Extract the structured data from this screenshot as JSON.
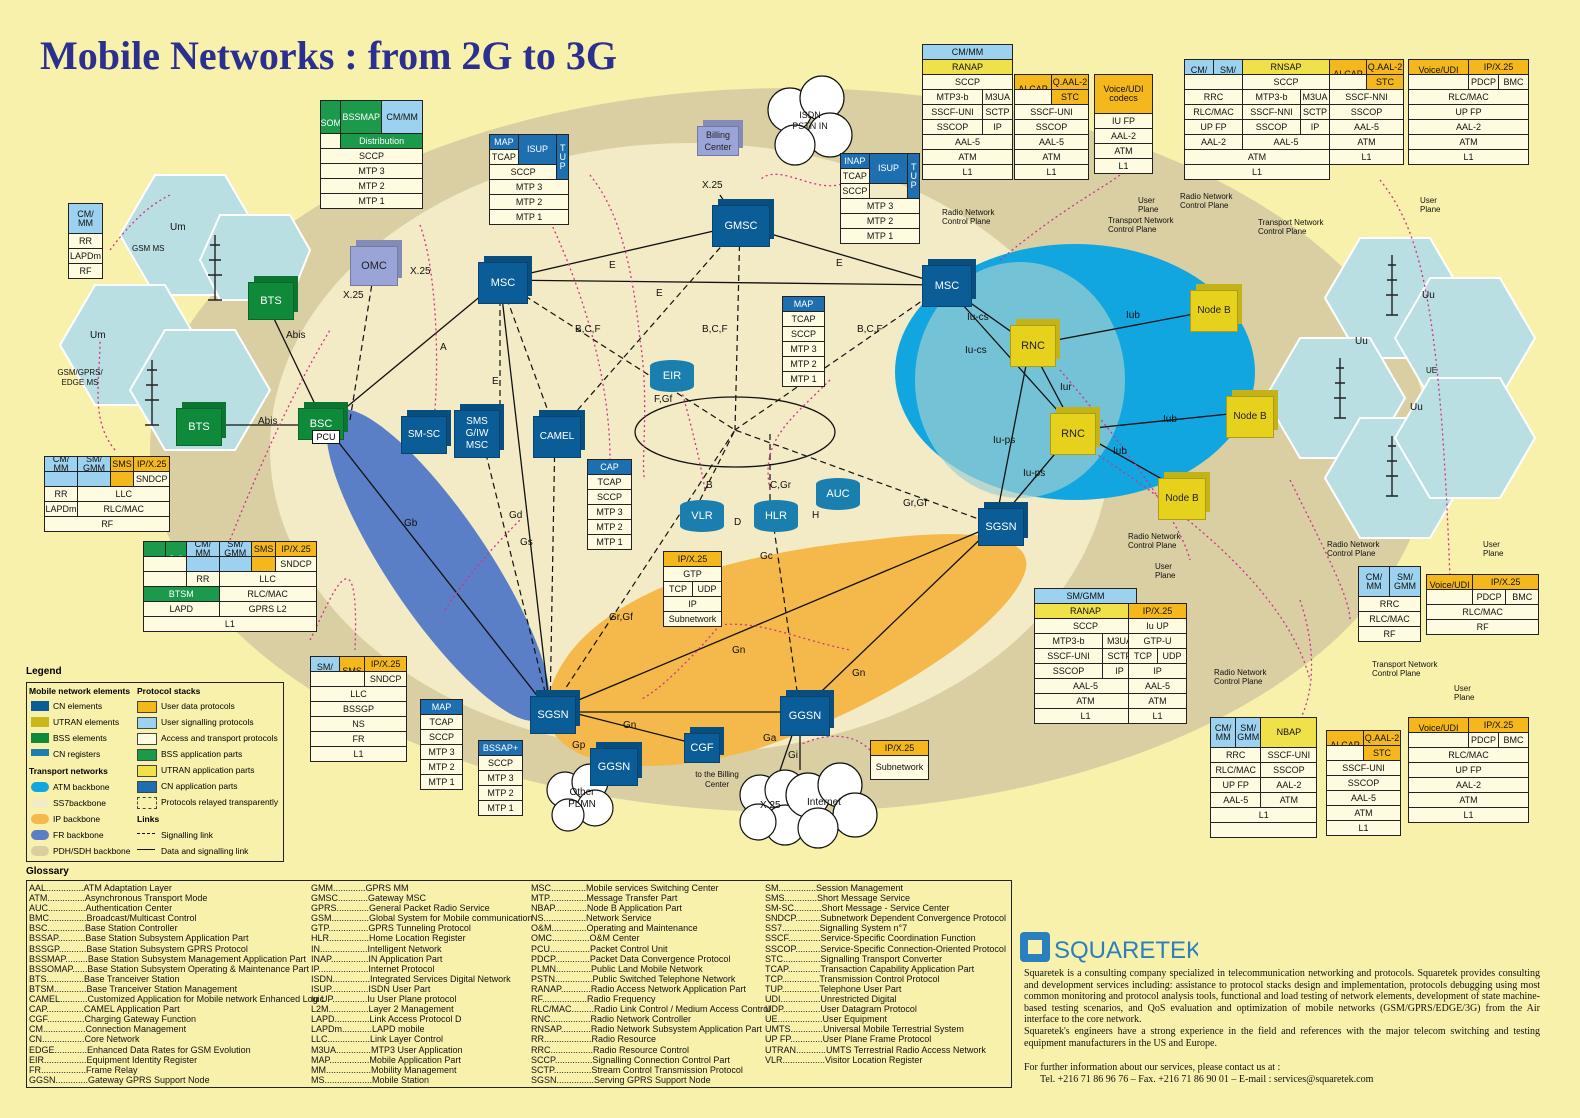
{
  "title": "Mobile Networks : from 2G to 3G",
  "colors": {
    "background": "#f8f1ac",
    "title": "#2b2f8f",
    "cn_element": "#0a5d96",
    "utran_element": "#e6d21c",
    "bss_element": "#0e8a3a",
    "atm_backbone": "#12a6e0",
    "ss7_backbone": "#f3ebc5",
    "ip_backbone": "#f4b94a",
    "fr_backbone": "#5a7fc6",
    "pdh_backbone": "#d9cfa2",
    "user_data": "#f4b81c",
    "user_signalling": "#9cd2ef",
    "bss_application": "#1a9a4a",
    "utran_application": "#f0e04a",
    "cn_application": "#1d6fb0",
    "link_pink": "#d2308c"
  },
  "nodes": {
    "msc_left": "MSC",
    "gmsc": "GMSC",
    "msc_right": "MSC",
    "omc": "OMC",
    "billing_center": "Billing Center",
    "bts_top": "BTS",
    "bts_bottom": "BTS",
    "bsc": "BSC",
    "pcu": "PCU",
    "sm_sc": "SM-SC",
    "sms_giw": "SMS G/IW MSC",
    "camel": "CAMEL",
    "eir": "EIR",
    "vlr": "VLR",
    "hlr": "HLR",
    "auc": "AUC",
    "sgsn_left": "SGSN",
    "ggsn_mid": "GGSN",
    "ggsn_other": "GGSN",
    "cgf": "CGF",
    "sgsn_right": "SGSN",
    "rnc_top": "RNC",
    "rnc_bottom": "RNC",
    "nodeb_1": "Node B",
    "nodeb_2": "Node B",
    "nodeb_3": "Node B",
    "isdn": "ISDN PSTN IN",
    "other_plmn": "Other PLMN",
    "x25_cloud": "X.25",
    "internet": "Internet",
    "gsm_ms": "GSM MS",
    "gsm_gprs_ms": "GSM/GPRS/ EDGE MS",
    "ue": "UE",
    "to_billing": "to the Billing Center"
  },
  "link_labels": {
    "x25_a": "X.25",
    "x25_b": "X.25",
    "x25_c": "X.25",
    "a": "A",
    "abis_1": "Abis",
    "abis_2": "Abis",
    "e1": "E",
    "e2": "E",
    "e3": "E",
    "e4": "E",
    "bcf1": "B,C,F",
    "bcf2": "B,C,F",
    "bcf3": "B,C,F",
    "fgf": "F,Gf",
    "b": "B",
    "cgr": "C,Gr",
    "d": "D",
    "h": "H",
    "gb": "Gb",
    "gd": "Gd",
    "gs": "Gs",
    "gc": "Gc",
    "grgf1": "Gr,Gf",
    "grgf2": "Gr,Gf",
    "gn1": "Gn",
    "gn2": "Gn",
    "gn3": "Gn",
    "gp": "Gp",
    "ga": "Ga",
    "gi": "Gi",
    "iucs1": "Iu-cs",
    "iucs2": "Iu-cs",
    "iups1": "Iu-ps",
    "iups2": "Iu-ps",
    "iur": "Iur",
    "iub1": "Iub",
    "iub2": "Iub",
    "iub3": "Iub",
    "um1": "Um",
    "um2": "Um",
    "uu1": "Uu",
    "uu2": "Uu",
    "uu3": "Uu",
    "rncp1": "Radio Network Control Plane",
    "tncp1": "Transport Network Control Plane",
    "up1": "User Plane",
    "rncp2": "Radio Network Control Plane",
    "tncp2": "Transport Network Control Plane",
    "up2": "User Plane",
    "rncp3": "Radio Network Control Plane",
    "up3": "User Plane",
    "rncp4": "Radio Network Control Plane",
    "up4": "User Plane",
    "rncp5": "Radio Network Control Plane",
    "tncp5": "Transport Network Control Plane",
    "up5": "User Plane"
  },
  "stacks": {
    "bssap": [
      "BSSOMAP",
      "BSSMAP",
      "CM/MM",
      "Distribution",
      "SCCP",
      "MTP 3",
      "MTP 2",
      "MTP 1"
    ],
    "map_isup": [
      "MAP",
      "ISUP",
      "T U P",
      "TCAP",
      "SCCP",
      "MTP 3",
      "MTP 2",
      "MTP 1"
    ],
    "inap_isup": [
      "INAP",
      "ISUP",
      "T U P",
      "TCAP",
      "SCCP",
      "MTP 3",
      "MTP 2",
      "MTP 1"
    ],
    "map_center": [
      "MAP",
      "TCAP",
      "SCCP",
      "MTP 3",
      "MTP 2",
      "MTP 1"
    ],
    "cap": [
      "CAP",
      "TCAP",
      "SCCP",
      "MTP 3",
      "MTP 2",
      "MTP 1"
    ],
    "ip_gtp": [
      "IP/X.25",
      "GTP",
      "TCP",
      "UDP",
      "IP",
      "Subnetwork"
    ],
    "map_bottom": [
      "MAP",
      "TCAP",
      "SCCP",
      "MTP 3",
      "MTP 2",
      "MTP 1"
    ],
    "bssap_plus": [
      "BSSAP+",
      "SCCP",
      "MTP 3",
      "MTP 2",
      "MTP 1"
    ],
    "sgsn_gb": [
      "SM/ GMM",
      "SMS",
      "IP/X.25",
      "SNDCP",
      "LLC",
      "BSSGP",
      "NS",
      "FR",
      "L1"
    ],
    "ip_subnet": [
      "IP/X.25",
      "Subnetwork"
    ],
    "gsm_ms": [
      "CM/ MM",
      "RR",
      "LAPDm",
      "RF"
    ],
    "edge_ms": [
      "CM/ MM",
      "SM/ GMM",
      "SMS",
      "IP/X.25",
      "SNDCP",
      "LLC",
      "RR",
      "RLC/MAC",
      "LAPDm",
      "RF"
    ],
    "bss": [
      "L2 M",
      "O & M",
      "CM/ MM",
      "SM/ GMM",
      "SMS",
      "IP/X.25",
      "SNDCP",
      "RR",
      "LLC",
      "BTSM",
      "RLC/MAC",
      "LAPD",
      "GPRS L2",
      "L1"
    ],
    "top_cs": [
      "CM/MM",
      "RANAP",
      "SCCP",
      "MTP3-b",
      "M3UA",
      "SSCF-UNI",
      "SCTP",
      "SSCOP",
      "IP",
      "AAL-5",
      "ATM",
      "L1"
    ],
    "top_alcap": [
      "ALCAP",
      "Q.AAL-2",
      "STC",
      "SSCF-UNI",
      "SSCOP",
      "AAL-5",
      "ATM",
      "L1"
    ],
    "top_voice": [
      "Voice/UDI codecs",
      "IU FP",
      "AAL-2",
      "ATM",
      "L1"
    ],
    "tr_rnsap": [
      "CM/ MM",
      "SM/ GMM",
      "RNSAP",
      "SCCP",
      "RRC",
      "MTP3-b",
      "M3UA",
      "RLC/MAC",
      "SSCF-NNI",
      "SCTP",
      "UP FP",
      "SSCOP",
      "IP",
      "AAL-2",
      "AAL-5",
      "ATM",
      "L1"
    ],
    "tr_alcap": [
      "ALCAP",
      "Q.AAL-2",
      "STC",
      "SSCF-NNI",
      "SSCOP",
      "AAL-5",
      "ATM",
      "L1"
    ],
    "tr_voice": [
      "Voice/UDI codecs",
      "IP/X.25",
      "PDCP",
      "BMC",
      "RLC/MAC",
      "UP FP",
      "AAL-2",
      "ATM",
      "L1"
    ],
    "ue_stack": [
      "CM/ MM",
      "SM/ GMM",
      "RRC",
      "RLC/MAC",
      "RF"
    ],
    "ue_voice": [
      "Voice/UDI codecs",
      "IP/X.25",
      "PDCP",
      "BMC",
      "RLC/MAC",
      "RF"
    ],
    "ps_stack": [
      "SM/GMM",
      "RANAP",
      "SCCP",
      "MTP3-b",
      "M3UA",
      "SSCF-UNI",
      "SCTP",
      "SSCOP",
      "IP",
      "AAL-5",
      "ATM",
      "L1"
    ],
    "ps_user": [
      "IP/X.25",
      "Iu UP",
      "GTP-U",
      "TCP",
      "UDP",
      "IP",
      "AAL-5",
      "ATM",
      "L1"
    ],
    "br_nbap": [
      "CM/ MM",
      "SM/ GMM",
      "NBAP",
      "RRC",
      "SSCF-UNI",
      "RLC/MAC",
      "SSCOP",
      "UP FP",
      "AAL-2",
      "AAL-5",
      "ATM",
      "L1"
    ],
    "br_alcap": [
      "ALCAP",
      "Q.AAL-2",
      "STC",
      "SSCF-UNI",
      "SSCOP",
      "AAL-5",
      "ATM",
      "L1"
    ],
    "br_voice": [
      "Voice/UDI codecs",
      "IP/X.25",
      "PDCP",
      "BMC",
      "RLC/MAC",
      "UP FP",
      "AAL-2",
      "ATM",
      "L1"
    ]
  },
  "legend": {
    "title": "Legend",
    "elements_title": "Mobile network elements",
    "protocols_title": "Protocol stacks",
    "transport_title": "Transport networks",
    "links_title": "Links",
    "cn_elements": "CN elements",
    "utran_elements": "UTRAN elements",
    "bss_elements": "BSS elements",
    "cn_registers": "CN registers",
    "user_data": "User data protocols",
    "user_signalling": "User signalling protocols",
    "access_transport": "Access and transport protocols",
    "bss_app": "BSS application parts",
    "utran_app": "UTRAN application parts",
    "cn_app": "CN application parts",
    "relayed": "Protocols relayed transparently",
    "atm": "ATM backbone",
    "ss7": "SS7backbone",
    "ip": "IP backbone",
    "fr": "FR backbone",
    "pdh": "PDH/SDH backbone",
    "signalling_link": "Signalling link",
    "data_link": "Data and signalling link"
  },
  "glossary": {
    "title": "Glossary",
    "col1": [
      "AAL...............ATM Adaptation Layer",
      "ATM...............Asynchronous Transport Mode",
      "AUC...............Authentication Center",
      "BMC...............Broadcast/Multicast Control",
      "BSC...............Base Station Controller",
      "BSSAP...........Base Station Subsystem Application Part",
      "BSSGP...........Base Station Subsystem GPRS Protocol",
      "BSSMAP.........Base Station Subsystem Management Application Part",
      "BSSOMAP......Base Station Subsystem Operating & Maintenance Part",
      "BTS...............Base Tranceiver Station",
      "BTSM.............Base Tranceiver Station Management",
      "CAMEL...........Customized Application for Mobile network Enhanced Logic",
      "CAP...............CAMEL Application Part",
      "CGF...............Charging Gateway Function",
      "CM.................Connection Management",
      "CN.................Core Network",
      "EDGE.............Enhanced Data Rates for GSM Evolution",
      "EIR.................Equipment Identity Register",
      "FR..................Frame Relay",
      "GGSN.............Gateway GPRS Support Node"
    ],
    "col2": [
      "GMM.............GPRS MM",
      "GMSC............Gateway MSC",
      "GPRS.............General Packet Radio Service",
      "GSM...............Global System for Mobile communication",
      "GTP................GPRS Tunneling Protocol",
      "HLR................Home Location Register",
      "IN...................Intelligent Network",
      "INAP...............IN Application Part",
      "IP....................Internet Protocol",
      "ISDN...............Integrated Services Digital Network",
      "ISUP...............ISDN User Part",
      "Iu UP..............Iu User Plane protocol",
      "L2M................Layer 2 Management",
      "LAPD..............Link Access Protocol D",
      "LAPDm............LAPD mobile",
      "LLC.................Link Layer Control",
      "M3UA..............MTP3 User Application",
      "MAP................Mobile Application Part",
      "MM..................Mobility Management",
      "MS...................Mobile Station"
    ],
    "col3": [
      "MSC..............Mobile services Switching Center",
      "MTP...............Message Transfer Part",
      "NBAP.............Node B Application Part",
      "NS.................Network Service",
      "O&M..............Operating and Maintenance",
      "OMC...............O&M Center",
      "PCU................Packet Control Unit",
      "PDCP..............Packet Data Convergence Protocol",
      "PLMN..............Public Land Mobile Network",
      "PSTN...............Public Switched Telephone Network",
      "RANAP............Radio Access Network Application Part",
      "RF..................Radio Frequency",
      "RLC/MAC.........Radio Link Control / Medium Access Control",
      "RNC................Radio Network Controller",
      "RNSAP............Radio Network Subsystem Application Part",
      "RR...................Radio Resource",
      "RRC.................Radio Resource Control",
      "SCCP...............Signalling Connection Control Part",
      "SCTP...............Stream Control Transmission Protocol",
      "SGSN...............Serving GPRS Support Node"
    ],
    "col4": [
      "SM...............Session Management",
      "SMS.............Short Message Service",
      "SM-SC...........Short Message - Service Center",
      "SNDCP..........Subnetwork Dependent Convergence Protocol",
      "SS7...............Signalling System n°7",
      "SSCF.............Service-Specific Coordination Function",
      "SSCOP..........Service-Specific Connection-Oriented Protocol",
      "STC...............Signalling Transport Converter",
      "TCAP.............Transaction Capability Application Part",
      "TCP...............Transmission Control Protocol",
      "TUP...............Telephone User Part",
      "UDI................Unrestricted Digital",
      "UDP...............User Datagram Protocol",
      "UE..................User Equipment",
      "UMTS.............Universal Mobile Terrestrial System",
      "UP FP.............User Plane Frame Protocol",
      "UTRAN............UMTS Terrestrial Radio Access Network",
      "VLR.................Visitor Location Register"
    ]
  },
  "company": {
    "name": "SQUARETEK",
    "paragraph1": "Squaretek is a consulting company specialized in telecommunication networking and protocols. Squaretek provides consulting and development services including: assistance to protocol stacks design and implementation, protocols debugging using most common monitoring and protocol analysis tools, functional and load testing of network elements, development of state machine-based testing scenarios, and QoS evaluation and optimization of mobile networks (GSM/GPRS/EDGE/3G) from the Air interface to the core network.",
    "paragraph2": "Squaretek's engineers have a strong experience in the field and references with the major telecom switching and testing equipment manufacturers in the US and Europe.",
    "contact_intro": "For further information about our services, please contact us at :",
    "contact": "Tel. +216 71 86 96 76 – Fax. +216 71 86 90 01 – E-mail : services@squaretek.com"
  }
}
